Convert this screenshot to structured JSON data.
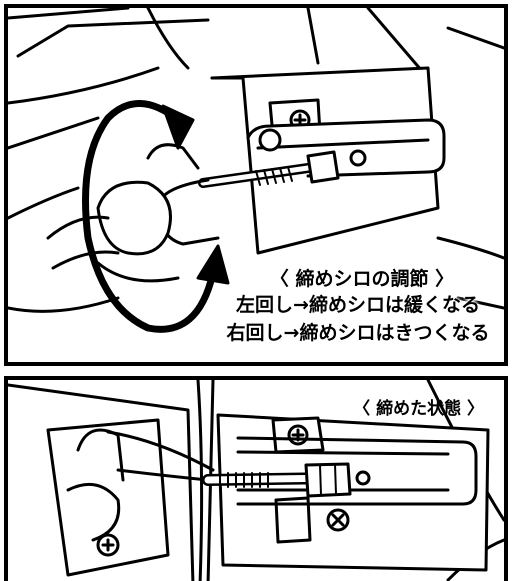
{
  "top_panel": {
    "caption_title": "〈 締めシロの調節 〉",
    "caption_line_1": "左回し→締めシロは緩くなる",
    "caption_line_2": "右回し→締めシロはきつくなる"
  },
  "bottom_panel": {
    "caption_title": "〈 締めた状態 〉"
  },
  "colors": {
    "ink": "#000000",
    "paper": "#ffffff"
  },
  "icons": [
    "rotation-arrow-icon",
    "screw-icon"
  ]
}
